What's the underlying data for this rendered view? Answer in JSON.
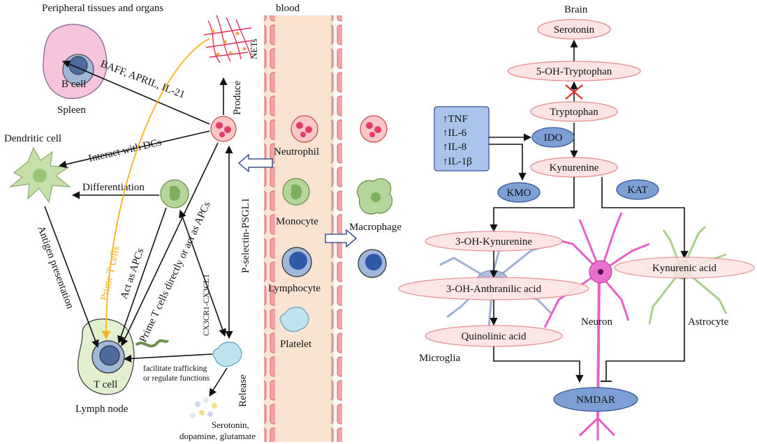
{
  "left": {
    "region_title": "Peripheral tissues and organs",
    "blood_title": "blood",
    "spleen": {
      "cell": "B cell",
      "organ": "Spleen"
    },
    "dendritic_cell": "Dendritic cell",
    "lymph_node": {
      "cell": "T cell",
      "organ": "Lymph node"
    },
    "vessel_cells": [
      "Neutrophil",
      "Monocyte",
      "Lymphocyte",
      "Platelet"
    ],
    "macrophage": "Macrophage",
    "nets": "NETs",
    "arrows": {
      "baff": "BAFF, APRIL, IL-21",
      "produce": "Produce",
      "interact": "Interact with DCs",
      "differentiation": "Differentiation",
      "antigen": "Antigen presentation",
      "prime_yellow": "Prime T cells",
      "act_apc": "Act as APCs",
      "prime_direct": "Prime T cells directly or act as APCs",
      "cx3": "CX3CR1-CX3CL1",
      "pselectin": "P-selectin-PSGL1",
      "facilitate1": "facilitate trafficking",
      "facilitate2": "or regulate functions",
      "release": "Release"
    },
    "release_products": {
      "line1": "Serotonin,",
      "line2": "dopamine, glutamate"
    }
  },
  "right": {
    "title": "Brain",
    "cytokines": [
      "↑TNF",
      "↑IL-6",
      "↑IL-8",
      "↑IL-1β"
    ],
    "metabolites": {
      "serotonin": "Serotonin",
      "oh_trp": "5-OH-Tryptophan",
      "trp": "Tryptophan",
      "kyn": "Kynurenine",
      "oh_kyn": "3-OH-Kynurenine",
      "oh_anth": "3-OH-Anthranilic acid",
      "quin": "Quinolinic acid",
      "kyna": "Kynurenic acid"
    },
    "enzymes": {
      "ido": "IDO",
      "kmo": "KMO",
      "kat": "KAT"
    },
    "cells": {
      "microglia": "Microglia",
      "neuron": "Neuron",
      "astrocyte": "Astrocyte"
    },
    "receptor": "NMDAR"
  },
  "colors": {
    "vessel_fill": "#fbe3d2",
    "vessel_wall": "#e9959a",
    "metabolite_fill": "#fde4e4",
    "enzyme_fill": "#7e9fd4",
    "cytokine_fill": "#a9c3ea",
    "yellow_arrow": "#f5b21b",
    "dc_green": "#b5d69a",
    "neuron_pink": "#e85fc7"
  }
}
